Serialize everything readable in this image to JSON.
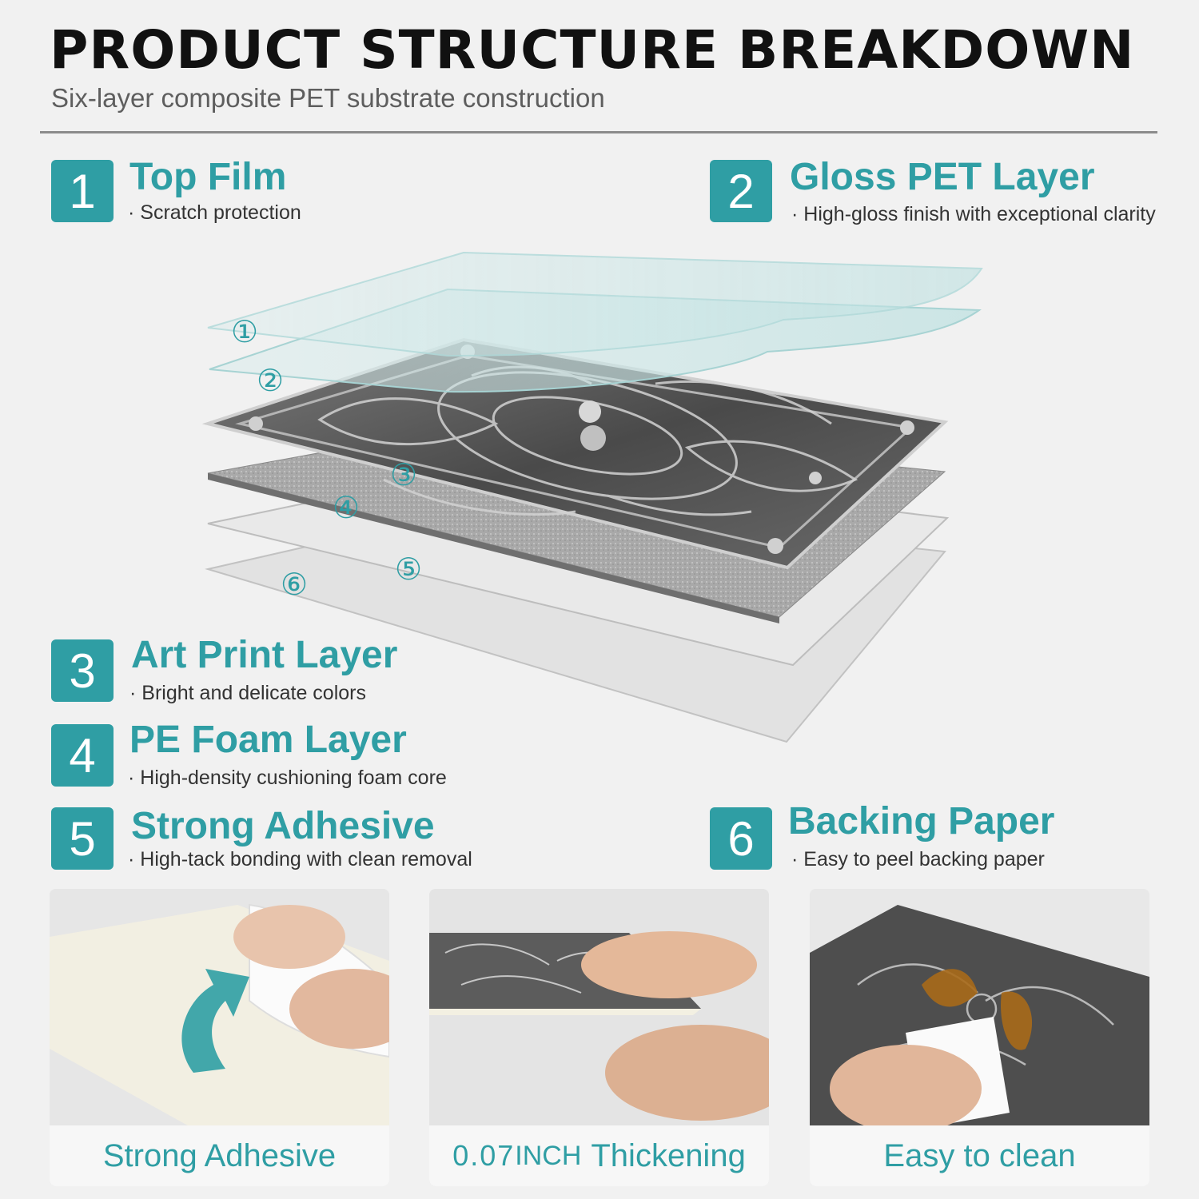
{
  "header": {
    "title": "PRODUCT STRUCTURE BREAKDOWN",
    "subtitle": "Six-layer composite PET substrate construction"
  },
  "layers": [
    {
      "number": "1",
      "title": "Top Film",
      "description": "Scratch protection"
    },
    {
      "number": "2",
      "title": "Gloss PET Layer",
      "description": "High-gloss finish with exceptional clarity"
    },
    {
      "number": "3",
      "title": "Art Print Layer",
      "description": "Bright and delicate colors"
    },
    {
      "number": "4",
      "title": "PE Foam Layer",
      "description": "High-density cushioning foam core"
    },
    {
      "number": "5",
      "title": "Strong Adhesive",
      "description": "High-tack bonding with clean removal"
    },
    {
      "number": "6",
      "title": "Backing Paper",
      "description": "Easy to peel backing paper"
    }
  ],
  "diagram_markers": [
    "①",
    "②",
    "③",
    "④",
    "⑤",
    "⑥"
  ],
  "features": [
    {
      "caption": "Strong Adhesive"
    },
    {
      "caption_number": "0.07",
      "caption_unit": "INCH",
      "caption_text": "Thickening"
    },
    {
      "caption": "Easy to clean"
    }
  ],
  "colors": {
    "accent": "#2f9ea4",
    "title": "#111111",
    "subtitle": "#5e5e5e"
  }
}
